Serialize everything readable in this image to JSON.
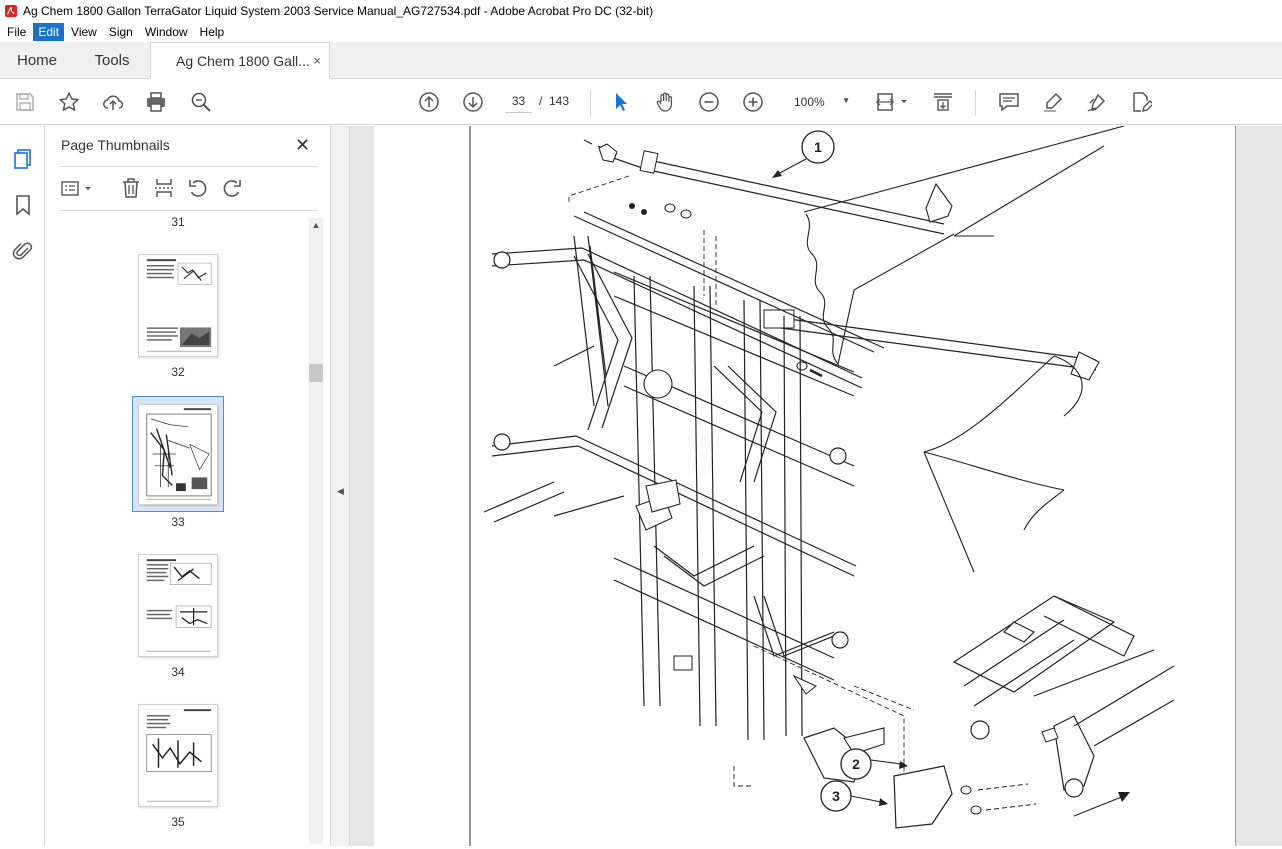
{
  "window": {
    "title": "Ag Chem 1800 Gallon TerraGator Liquid System 2003 Service Manual_AG727534.pdf - Adobe Acrobat Pro DC (32-bit)"
  },
  "menu": {
    "items": [
      "File",
      "Edit",
      "View",
      "Sign",
      "Window",
      "Help"
    ],
    "active": "Edit"
  },
  "tabs": {
    "home": "Home",
    "tools": "Tools",
    "document": "Ag Chem 1800 Gall...",
    "close_glyph": "×"
  },
  "toolbar": {
    "current_page": "33",
    "page_separator": "/",
    "total_pages": "143",
    "zoom": "100%",
    "icons": [
      "save-icon",
      "star-icon",
      "upload-icon",
      "print-icon",
      "search-zoom-icon",
      "page-up-icon",
      "page-down-icon",
      "select-arrow-icon",
      "hand-icon",
      "zoom-out-icon",
      "zoom-in-icon",
      "fit-page-icon",
      "scroll-mode-icon",
      "comment-icon",
      "highlight-icon",
      "sign-icon",
      "edit-pdf-icon"
    ]
  },
  "sidebar_rail": {
    "icons": [
      "page-thumbnails-icon",
      "bookmarks-icon",
      "attachments-icon"
    ]
  },
  "thumbnail_panel": {
    "title": "Page Thumbnails",
    "close_glyph": "✕",
    "pages": [
      "31",
      "32",
      "33",
      "34",
      "35"
    ],
    "selected_page": "33"
  },
  "document": {
    "callouts": [
      "1",
      "2",
      "3"
    ]
  },
  "colors": {
    "accent": "#1a73c8",
    "select_blue": "#1473e6",
    "thumb_selected_bg": "#d4e6f7",
    "doc_bg": "#e7e7e7"
  }
}
